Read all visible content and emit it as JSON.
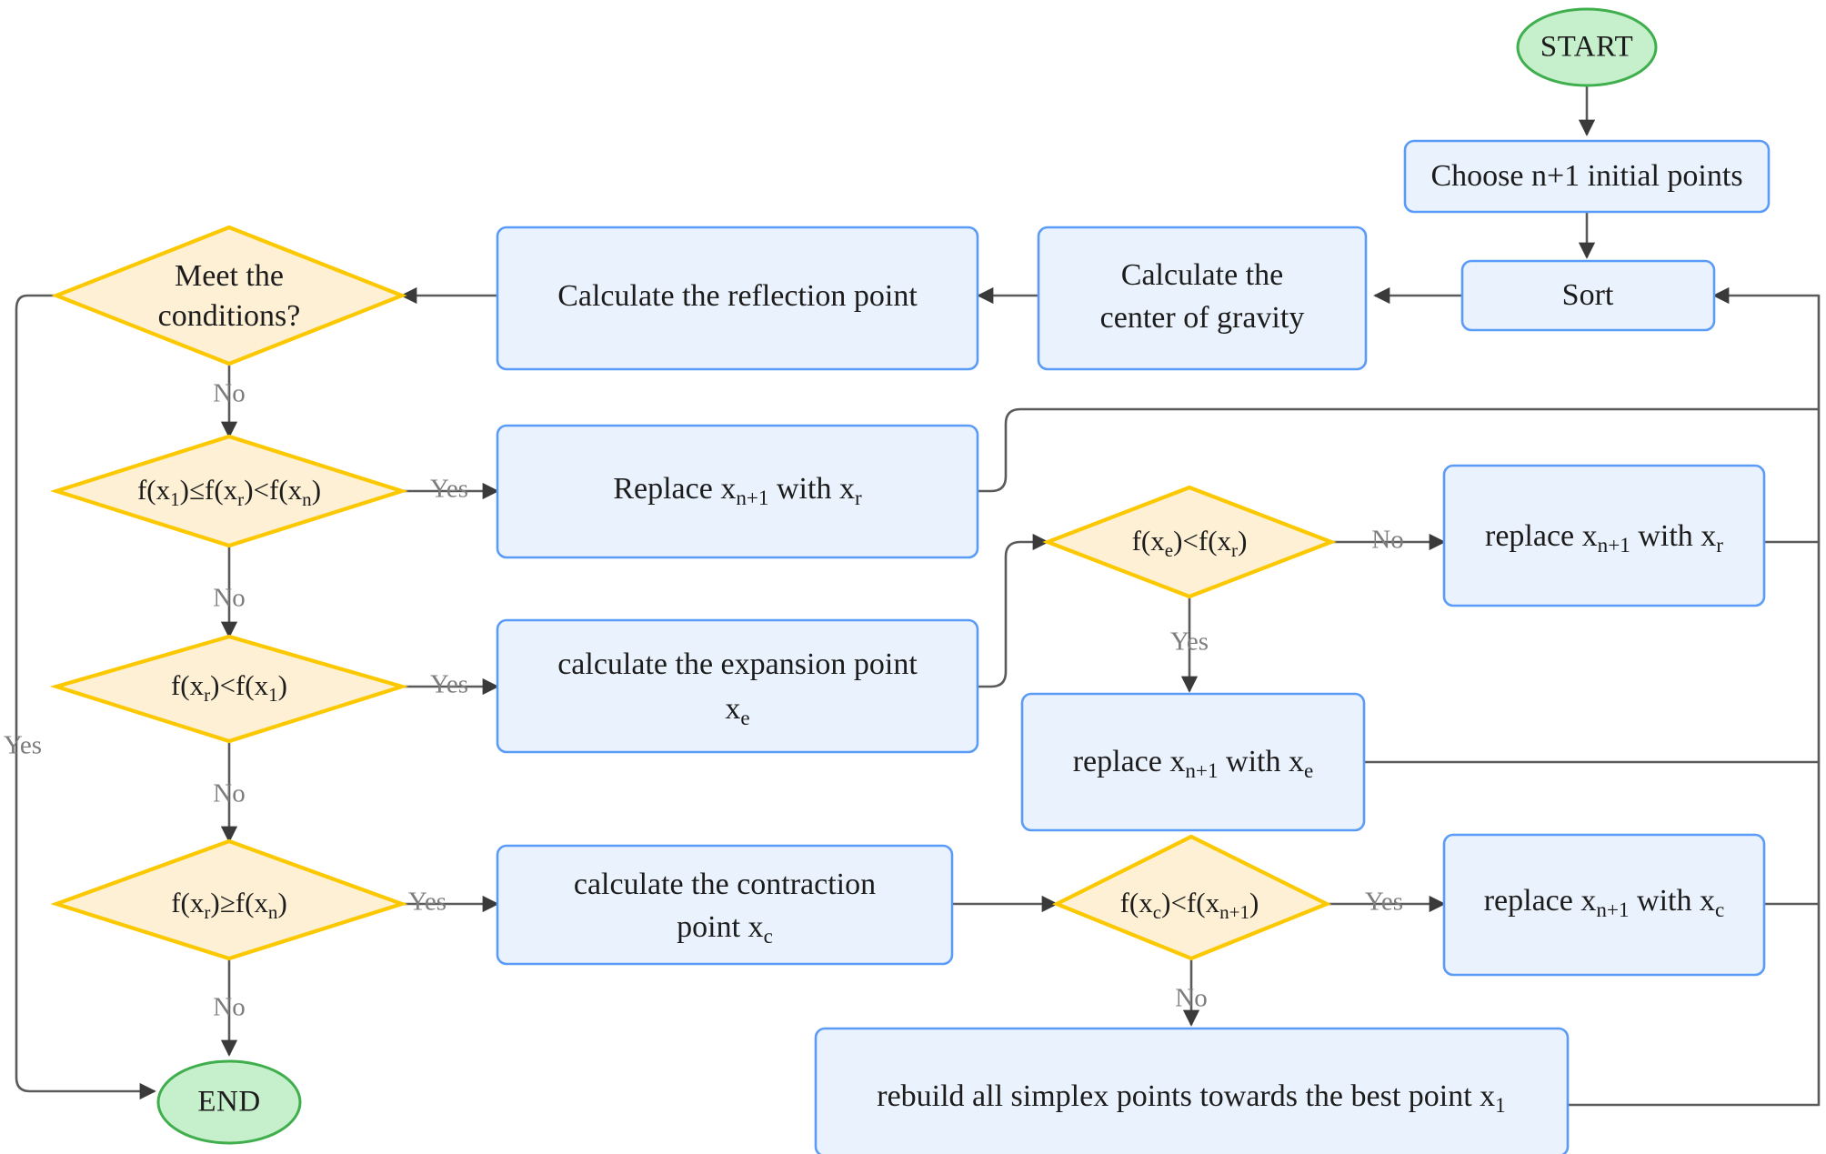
{
  "diagram": {
    "title": "Nelder-Mead simplex algorithm flowchart",
    "colors": {
      "process_fill": "#eaf2fd",
      "process_stroke": "#5b9bf8",
      "decision_fill": "#fdf0d5",
      "decision_stroke": "#fcc800",
      "terminal_fill": "#c6efcb",
      "terminal_stroke": "#3fae4d",
      "edge_stroke": "#5a5a5a",
      "edge_label": "#7d7d7d",
      "text": "#1c1c1c",
      "background": "#ffffff"
    }
  },
  "nodes": {
    "start": {
      "type": "terminal",
      "label": "START"
    },
    "choose_points": {
      "type": "process",
      "label": "Choose n+1 initial points"
    },
    "sort": {
      "type": "process",
      "label": "Sort"
    },
    "center_gravity": {
      "type": "process",
      "line1": "Calculate the",
      "line2": "center of gravity"
    },
    "reflection": {
      "type": "process",
      "label": "Calculate the reflection point"
    },
    "meet_conditions": {
      "type": "decision",
      "line1": "Meet the",
      "line2": "conditions?"
    },
    "cond_between": {
      "type": "decision",
      "label": "f(x1)≤f(xr)<f(xn)",
      "parts": [
        "f(x",
        "1",
        ")≤f(x",
        "r",
        ")<f(x",
        "n",
        ")"
      ]
    },
    "replace_r_top": {
      "type": "process",
      "label": "Replace xn+1 with xr",
      "parts": [
        "Replace x",
        "n+1",
        " with x",
        "r"
      ]
    },
    "cond_better": {
      "type": "decision",
      "label": "f(xr)<f(x1)",
      "parts": [
        "f(x",
        "r",
        ")<f(x",
        "1",
        ")"
      ]
    },
    "expansion": {
      "type": "process",
      "line1": "calculate the expansion point",
      "line2": "xe",
      "line2_parts": [
        "x",
        "e"
      ]
    },
    "cond_expand": {
      "type": "decision",
      "label": "f(xe)<f(xr)",
      "parts": [
        "f(x",
        "e",
        ")<f(x",
        "r",
        ")"
      ]
    },
    "replace_r_mid": {
      "type": "process",
      "label": "replace xn+1 with xr",
      "parts": [
        "replace x",
        "n+1",
        " with x",
        "r"
      ]
    },
    "replace_e": {
      "type": "process",
      "label": "replace xn+1 with xe",
      "parts": [
        "replace x",
        "n+1",
        " with x",
        "e"
      ]
    },
    "cond_worst": {
      "type": "decision",
      "label": "f(xr)≥f(xn)",
      "parts": [
        "f(x",
        "r",
        ")≥f(x",
        "n",
        ")"
      ]
    },
    "contraction": {
      "type": "process",
      "line1": "calculate the contraction",
      "line2": "point xc",
      "line2_parts": [
        "point x",
        "c"
      ]
    },
    "cond_contract": {
      "type": "decision",
      "label": "f(xc)<f(xn+1)",
      "parts": [
        "f(x",
        "c",
        ")<f(x",
        "n+1",
        ")"
      ]
    },
    "replace_c": {
      "type": "process",
      "label": "replace xn+1 with xc",
      "parts": [
        "replace x",
        "n+1",
        " with x",
        "c"
      ]
    },
    "rebuild": {
      "type": "process",
      "label": "rebuild all simplex points towards the best point x1",
      "parts": [
        "rebuild all simplex points towards the best point x",
        "1"
      ]
    },
    "end": {
      "type": "terminal",
      "label": "END"
    }
  },
  "edge_labels": {
    "meet_no": "No",
    "between_yes": "Yes",
    "between_no": "No",
    "better_yes": "Yes",
    "better_no": "No",
    "expand_no": "No",
    "expand_yes": "Yes",
    "worst_yes": "Yes",
    "worst_no": "No",
    "contract_yes": "Yes",
    "contract_no": "No",
    "loop_yes": "Yes"
  }
}
